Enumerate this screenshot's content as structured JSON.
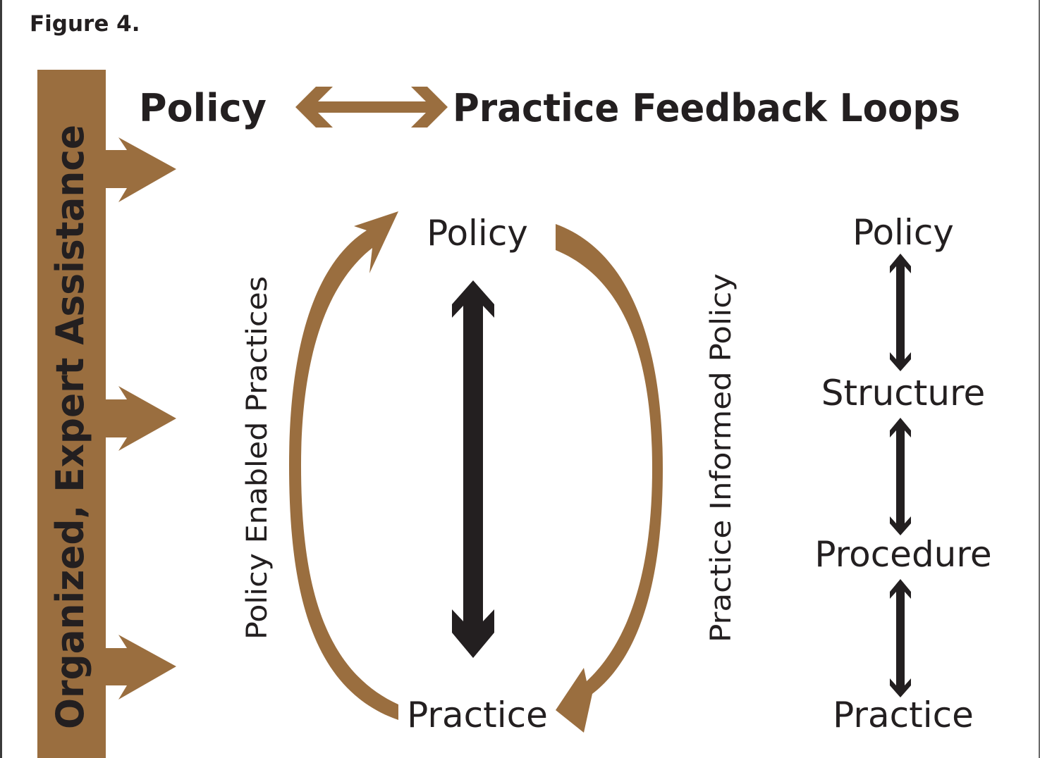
{
  "figure_label": "Figure 4.",
  "title": {
    "left": "Policy",
    "right": "Practice Feedback Loops"
  },
  "sidebar": {
    "label": "Organized, Expert Assistance"
  },
  "loop": {
    "top": "Policy",
    "bottom": "Practice",
    "left_label": "Policy Enabled Practices",
    "right_label": "Practice Informed Policy"
  },
  "chain": {
    "items": [
      "Policy",
      "Structure",
      "Procedure",
      "Practice"
    ]
  },
  "colors": {
    "accent": "#9a6e3f",
    "text": "#231f20",
    "background": "#ffffff"
  }
}
